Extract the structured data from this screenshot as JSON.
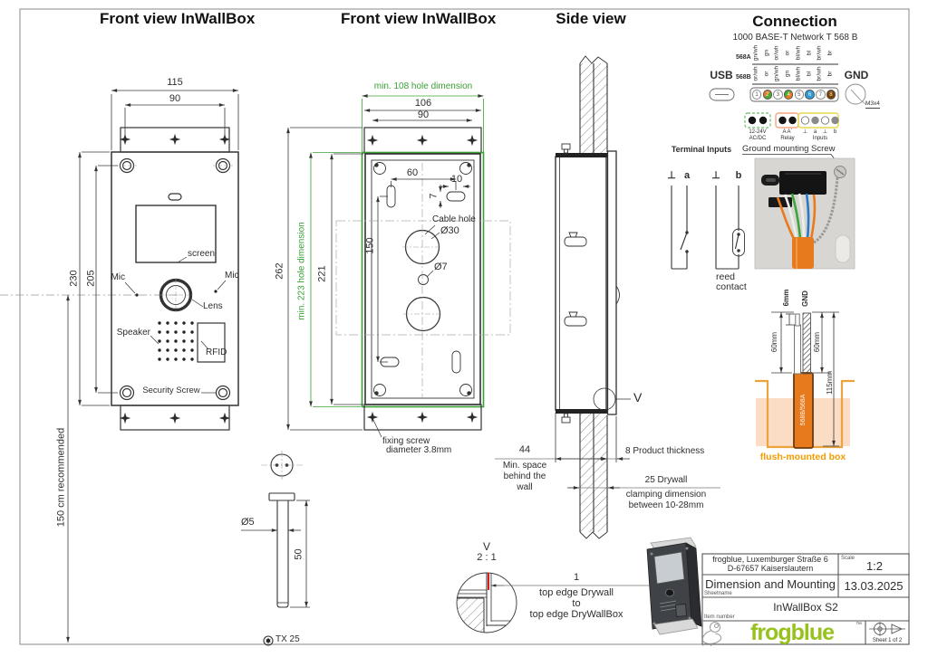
{
  "colors": {
    "dim-green": "#3aa035",
    "line": "#383838",
    "frame": "#8a8a8a",
    "red-mark": "#d42020",
    "logo-green": "#97c11f",
    "cable-orange": "#e87a1e",
    "box-orange": "#eda33c",
    "wall-peach": "#fbdcc4",
    "flush-label-orange": "#f59b00",
    "pin-orange": "#e87a20",
    "pin-green": "#4ea72e",
    "pin-blue": "#2e9bd6",
    "pin-brown": "#7b3f00",
    "terminal-green": "#6cb86c",
    "terminal-orange": "#f4a582",
    "terminal-yellow": "#e6d84a"
  },
  "titles": {
    "front1": "Front view InWallBox",
    "front2": "Front view InWallBox",
    "side": "Side view",
    "connection": "Connection",
    "network": "1000 BASE-T Network T 568 B"
  },
  "front1": {
    "dim_115": "115",
    "dim_90": "90",
    "dim_230": "230",
    "dim_205": "205",
    "dim_height": "150 cm recommended",
    "labels": {
      "screen": "screen",
      "mic_left": "Mic",
      "mic_right": "Mic",
      "lens": "Lens",
      "speaker": "Speaker",
      "rfid": "RFID",
      "security": "Security Screw"
    }
  },
  "front2": {
    "dim_min_width": "min. 108 hole dimension",
    "dim_106": "106",
    "dim_90": "90",
    "dim_min_height": "min. 223 hole dimension",
    "dim_262": "262",
    "dim_221": "221",
    "dim_150": "150",
    "dim_60": "60",
    "dim_10": "10",
    "dim_7": "7",
    "cable_hole": "Cable hole",
    "dia_30": "Ø30",
    "dia_7": "Ø7",
    "fixing_line1": "fixing screw",
    "fixing_line2": "diameter 3.8mm"
  },
  "screw": {
    "dia": "Ø5",
    "length": "50",
    "torx": "TX 25"
  },
  "side": {
    "dim_44": "44",
    "space_l1": "Min. space",
    "space_l2": "behind the",
    "space_l3": "wall",
    "product": "8 Product thickness",
    "drywall_l1": "25 Drywall",
    "drywall_l2": "clamping dimension",
    "drywall_l3": "between 10-28mm",
    "detail_ref": "V"
  },
  "detail": {
    "ref": "V",
    "scale": "2 : 1",
    "dim_1": "1",
    "l1": "top edge Drywall",
    "l2": "to",
    "l3": "top edge DryWallBox"
  },
  "connection": {
    "t568a_label": "568A",
    "t568b_label": "568B",
    "t568a": [
      "gn/wh",
      "gn",
      "or/wh",
      "or",
      "bl/wh",
      "bl",
      "br/wh",
      "br"
    ],
    "t568b": [
      "or/wh",
      "or",
      "gn/wh",
      "gn",
      "bl/wh",
      "bl",
      "br/wh",
      "br"
    ],
    "usb": "USB",
    "gnd": "GND",
    "gnd_screw": "M3x4",
    "pins": [
      {
        "n": "1",
        "color": "white"
      },
      {
        "n": "2",
        "color": "orange/green"
      },
      {
        "n": "3",
        "color": "white"
      },
      {
        "n": "4",
        "color": "green/orange"
      },
      {
        "n": "5",
        "color": "white"
      },
      {
        "n": "6",
        "color": "blue"
      },
      {
        "n": "7",
        "color": "white"
      },
      {
        "n": "8",
        "color": "brown"
      }
    ],
    "power_l1": "12-24V",
    "power_l2": "AC/DC",
    "relay_l1": "A  A´",
    "relay_l2": "Relay",
    "inputs_terminals": [
      "⊥",
      "a",
      "⊥",
      "b"
    ],
    "inputs_label": "Inputs",
    "ground_screw": "Ground mounting Screw",
    "terminal_inputs": "Terminal Inputs",
    "schematic_terminals": [
      "⊥",
      "a",
      "⊥",
      "b"
    ],
    "reed_l1": "reed",
    "reed_l2": "contact"
  },
  "flush": {
    "dim_6mm": "6mm",
    "gnd": "GND",
    "dim_60_left": "60mm",
    "dim_60_right": "60mm",
    "dim_115mm": "115mm",
    "cable": "568B/568A",
    "caption": "flush-mounted box"
  },
  "titleblock": {
    "address1": "frogblue, Luxemburger Straße 6",
    "address2": "D-67657 Kaiserslautern",
    "scale_label": "Scale",
    "scale": "1:2",
    "sheetname_label": "Sheetname",
    "sheetname": "Dimension and Mounting",
    "date": "13.03.2025",
    "item_label": "Item number",
    "item": "InWallBox S2",
    "logo": "frogblue",
    "tm": "™",
    "sheet": "Sheet 1 of 2"
  }
}
